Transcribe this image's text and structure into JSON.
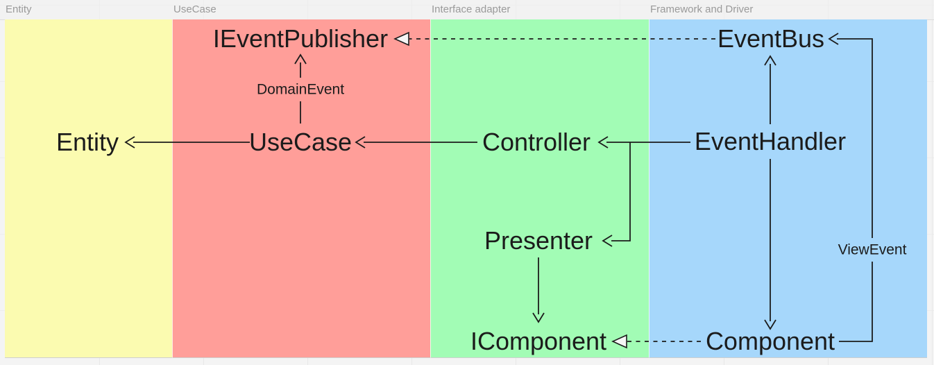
{
  "header": {
    "labels": [
      "Entity",
      "UseCase",
      "Interface adapter",
      "Framework and Driver"
    ]
  },
  "layers": [
    {
      "label": "Entity",
      "color": "#fbfbb0"
    },
    {
      "label": "UseCase",
      "color": "#ff9e99"
    },
    {
      "label": "Interface adapter",
      "color": "#a2fcb5"
    },
    {
      "label": "Framework and Driver",
      "color": "#a6d7fb"
    }
  ],
  "nodes": {
    "ievent_publisher": {
      "label": "IEventPublisher",
      "layer": "UseCase"
    },
    "event_bus": {
      "label": "EventBus",
      "layer": "Framework and Driver"
    },
    "entity": {
      "label": "Entity",
      "layer": "Entity"
    },
    "use_case": {
      "label": "UseCase",
      "layer": "UseCase"
    },
    "controller": {
      "label": "Controller",
      "layer": "Interface adapter"
    },
    "event_handler": {
      "label": "EventHandler",
      "layer": "Framework and Driver"
    },
    "presenter": {
      "label": "Presenter",
      "layer": "Interface adapter"
    },
    "icomponent": {
      "label": "IComponent",
      "layer": "Interface adapter"
    },
    "component": {
      "label": "Component",
      "layer": "Framework and Driver"
    }
  },
  "edge_labels": {
    "domain_event": "DomainEvent",
    "view_event": "ViewEvent"
  },
  "edges": [
    {
      "from": "UseCase",
      "to": "Entity",
      "style": "solid-open-arrow"
    },
    {
      "from": "Controller",
      "to": "UseCase",
      "style": "solid-open-arrow"
    },
    {
      "from": "EventHandler",
      "to": "Controller",
      "style": "solid-open-arrow"
    },
    {
      "from": "EventHandler",
      "to": "Presenter",
      "style": "solid-open-arrow"
    },
    {
      "from": "UseCase",
      "to": "IEventPublisher",
      "style": "solid-open-arrow",
      "label": "DomainEvent"
    },
    {
      "from": "EventBus",
      "to": "IEventPublisher",
      "style": "dashed-hollow-triangle"
    },
    {
      "from": "EventHandler",
      "to": "EventBus",
      "style": "solid-open-arrow"
    },
    {
      "from": "EventHandler",
      "to": "Component",
      "style": "solid-open-arrow"
    },
    {
      "from": "Presenter",
      "to": "IComponent",
      "style": "solid-open-arrow"
    },
    {
      "from": "Component",
      "to": "IComponent",
      "style": "dashed-hollow-triangle"
    },
    {
      "from": "Component",
      "to": "EventBus",
      "style": "solid-open-arrow",
      "label": "ViewEvent"
    }
  ],
  "colors": {
    "line": "#1b1b1b",
    "text": "#1b1b1b",
    "header_text": "#9a9a9a",
    "background": "#f4f4f4"
  }
}
